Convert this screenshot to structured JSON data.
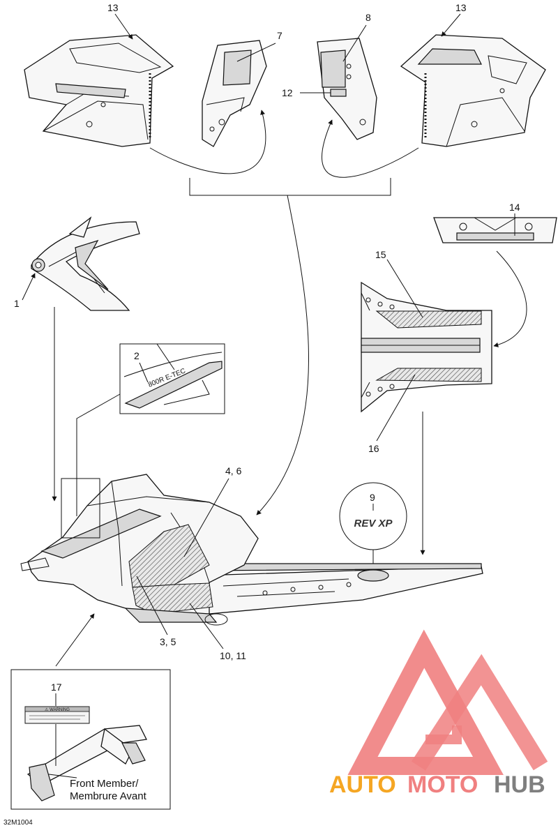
{
  "callouts": {
    "c1": "1",
    "c2": "2",
    "c3_5": "3, 5",
    "c4_6": "4, 6",
    "c7": "7",
    "c8": "8",
    "c9": "9",
    "c10_11": "10, 11",
    "c12": "12",
    "c13_left": "13",
    "c13_right": "13",
    "c14": "14",
    "c15": "15",
    "c16": "16",
    "c17": "17"
  },
  "decals": {
    "warning_header": "⚠ WARNING",
    "rev_xp_logo": "REV XP",
    "model_decal": "800R E-TEC"
  },
  "inset": {
    "caption_line1": "Front Member/",
    "caption_line2": "Membrure Avant"
  },
  "diagram_code": "32M1004",
  "watermark": {
    "part1": "AUTO",
    "part2": "MOTO",
    "part3": "HUB",
    "color_orange": "#f5a623",
    "color_red": "#f08080",
    "color_gray": "#7f7f7f"
  }
}
